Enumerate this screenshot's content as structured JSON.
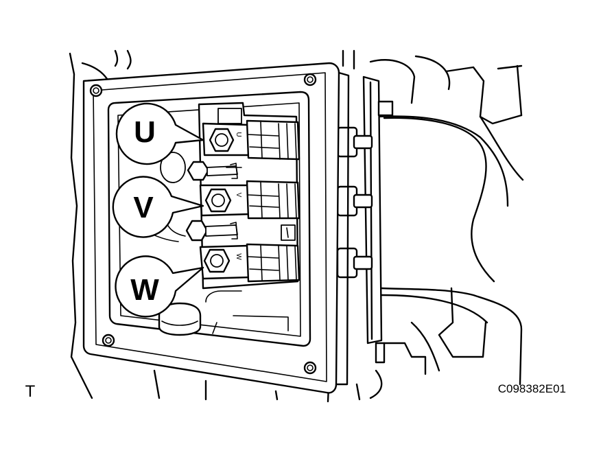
{
  "callouts": [
    {
      "id": "u",
      "label": "U"
    },
    {
      "id": "v",
      "label": "V"
    },
    {
      "id": "w",
      "label": "W"
    }
  ],
  "terminal_marks": {
    "u": "U",
    "v": "V",
    "w": "W"
  },
  "corner_letter": "T",
  "figure_code": "C098382E01",
  "icons": [
    "bolt-icon",
    "connector-icon"
  ]
}
